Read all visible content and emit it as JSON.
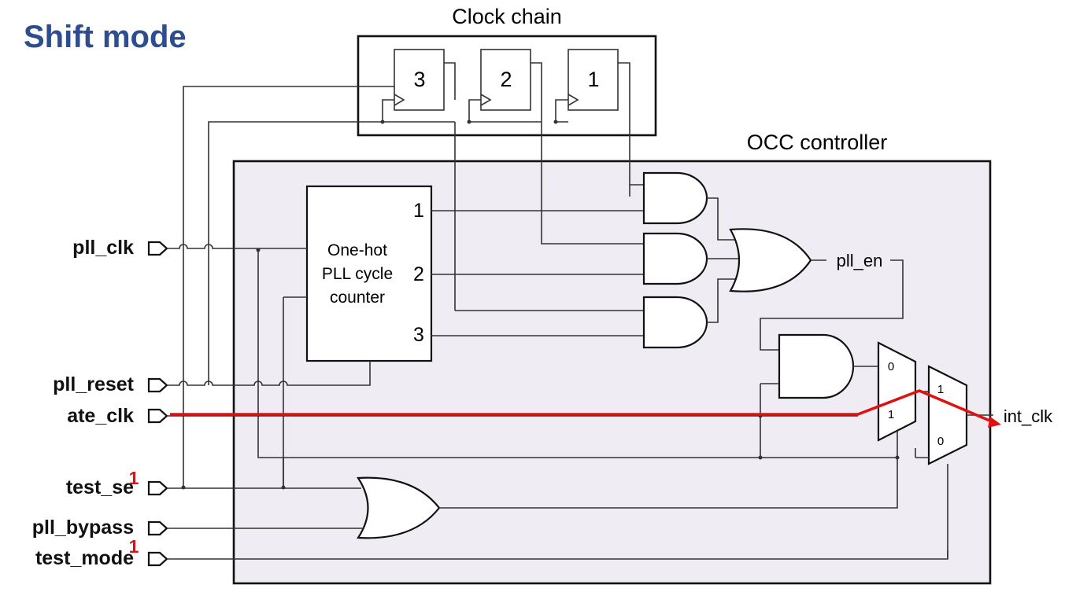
{
  "title": "Shift mode",
  "title_color": "#2e4d8f",
  "clock_chain": {
    "label": "Clock chain",
    "flops": [
      "3",
      "2",
      "1"
    ]
  },
  "occ_controller": {
    "label": "OCC controller",
    "fill": "#efedf3"
  },
  "counter": {
    "lines": [
      "One-hot",
      "PLL cycle",
      "counter"
    ],
    "outputs": [
      "1",
      "2",
      "3"
    ]
  },
  "inputs": [
    {
      "name": "pll_clk",
      "marker": ""
    },
    {
      "name": "pll_reset",
      "marker": ""
    },
    {
      "name": "ate_clk",
      "marker": ""
    },
    {
      "name": "test_se",
      "marker": "1"
    },
    {
      "name": "pll_bypass",
      "marker": ""
    },
    {
      "name": "test_mode",
      "marker": "1"
    }
  ],
  "signals": {
    "pll_en": "pll_en",
    "int_clk": "int_clk"
  },
  "mux_inputs": {
    "mux1": [
      "0",
      "1"
    ],
    "mux2": [
      "1",
      "0"
    ]
  },
  "highlight_color": "#e01010"
}
